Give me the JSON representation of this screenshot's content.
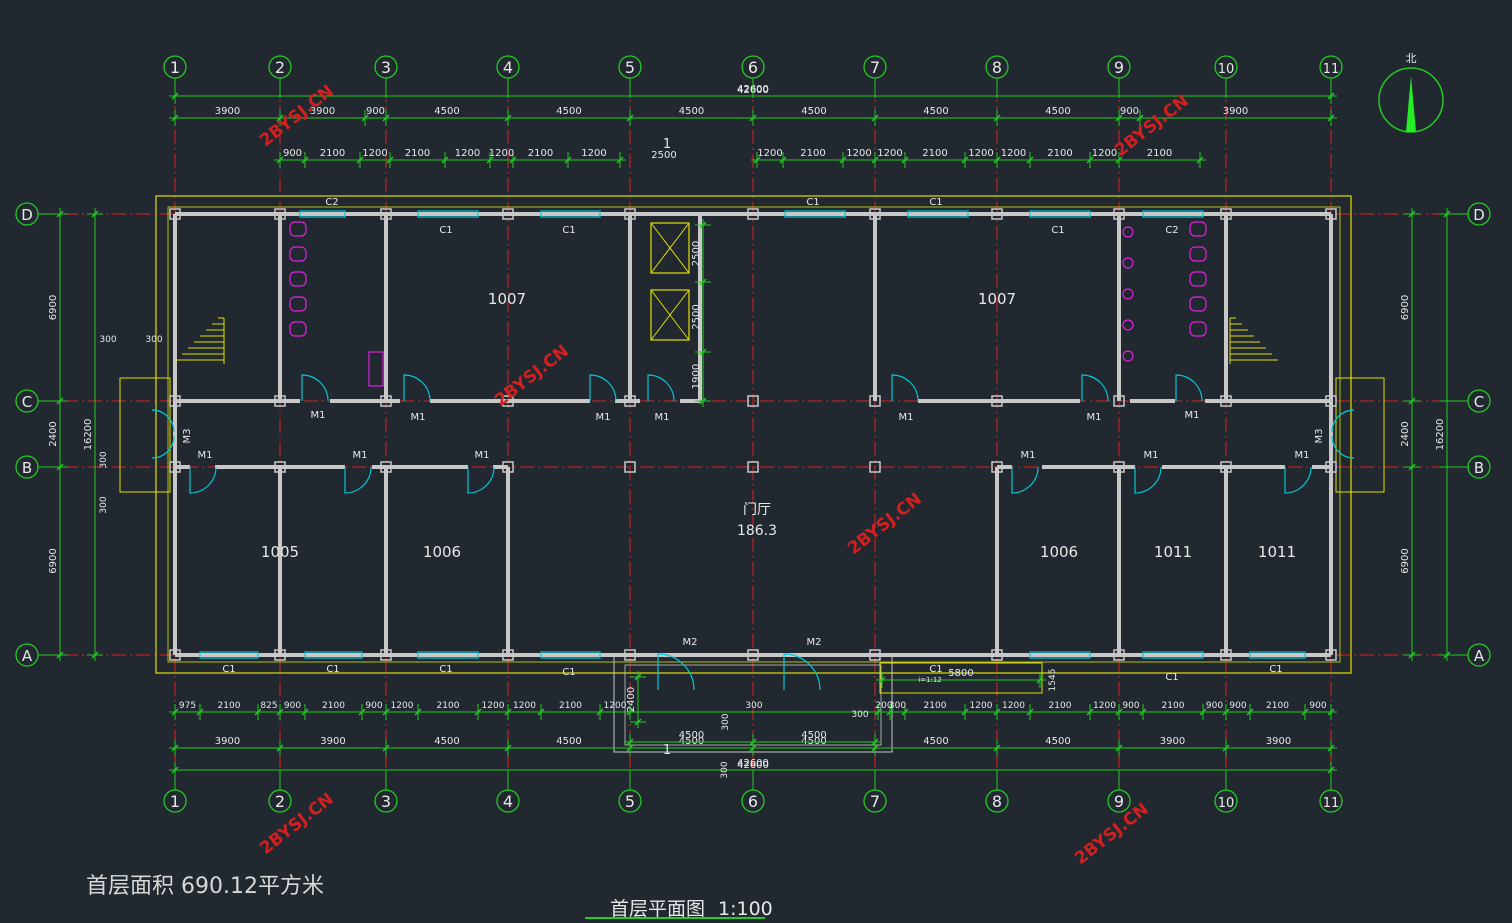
{
  "colors": {
    "background": "#212830",
    "axis": "#e02020",
    "dimension": "#22cc22",
    "wall": "#c8c8c8",
    "outline": "#e0e000",
    "window": "#00c8d8",
    "fixture": "#e020e0",
    "text": "#e8e8e8",
    "watermark": "#d02020"
  },
  "axes_x": [
    "1",
    "2",
    "3",
    "4",
    "5",
    "6",
    "7",
    "8",
    "9",
    "10",
    "11"
  ],
  "axes_y": [
    "D",
    "C",
    "B",
    "A"
  ],
  "dims": {
    "total": "42600",
    "top_bays": [
      "3900",
      "3900",
      "900",
      "4500",
      "4500",
      "4500",
      "4500",
      "4500",
      "4500",
      "900",
      "3900"
    ],
    "top_windows_left": [
      "900",
      "2100",
      "1200",
      "2100",
      "1200",
      "1200",
      "2100",
      "1200"
    ],
    "top_windows_mid": "2500",
    "top_windows_right": [
      "1200",
      "2100",
      "1200",
      "1200",
      "2100",
      "1200",
      "1200",
      "2100",
      "1200",
      "2100"
    ],
    "bottom_windows": [
      "975",
      "2100",
      "825",
      "900",
      "2100",
      "900",
      "1200",
      "2100",
      "1200",
      "1200",
      "2100",
      "1200",
      "300",
      "200",
      "300",
      "2100",
      "1200",
      "1200",
      "2100",
      "1200",
      "900",
      "2100",
      "900",
      "900",
      "2100",
      "900"
    ],
    "bottom_bays": [
      "3900",
      "3900",
      "4500",
      "4500",
      "4500",
      "4500",
      "4500",
      "4500",
      "3900",
      "3900"
    ],
    "left_rows": [
      "6900",
      "2400",
      "6900"
    ],
    "left_total": "16200",
    "left_small": [
      "300",
      "300",
      "300",
      "300"
    ],
    "right_rows": [
      "6900",
      "2400",
      "6900"
    ],
    "right_total": "16200",
    "stair_dims": [
      "2500",
      "2500",
      "1900"
    ],
    "entrance": [
      "2400",
      "300",
      "300",
      "4500",
      "4500",
      "300"
    ],
    "ramp": [
      "5800",
      "i=1:12",
      "1545"
    ],
    "section_mark": "1"
  },
  "rooms": [
    {
      "id": "room-1007-left",
      "label": "1007"
    },
    {
      "id": "room-1007-right",
      "label": "1007"
    },
    {
      "id": "room-1005",
      "label": "1005"
    },
    {
      "id": "room-1006-left",
      "label": "1006"
    },
    {
      "id": "room-1006-right",
      "label": "1006"
    },
    {
      "id": "room-1011-a",
      "label": "1011"
    },
    {
      "id": "room-1011-b",
      "label": "1011"
    }
  ],
  "lobby": {
    "label": "门厅",
    "area": "186.3"
  },
  "tags": {
    "c1": "C1",
    "c2": "C2",
    "m1": "M1",
    "m2": "M2",
    "m3": "M3"
  },
  "north_label": "北",
  "watermark": "2BYSJ.CN",
  "area_note": "首层面积  690.12平方米",
  "drawing_title": "首层平面图",
  "drawing_scale": "1:100"
}
